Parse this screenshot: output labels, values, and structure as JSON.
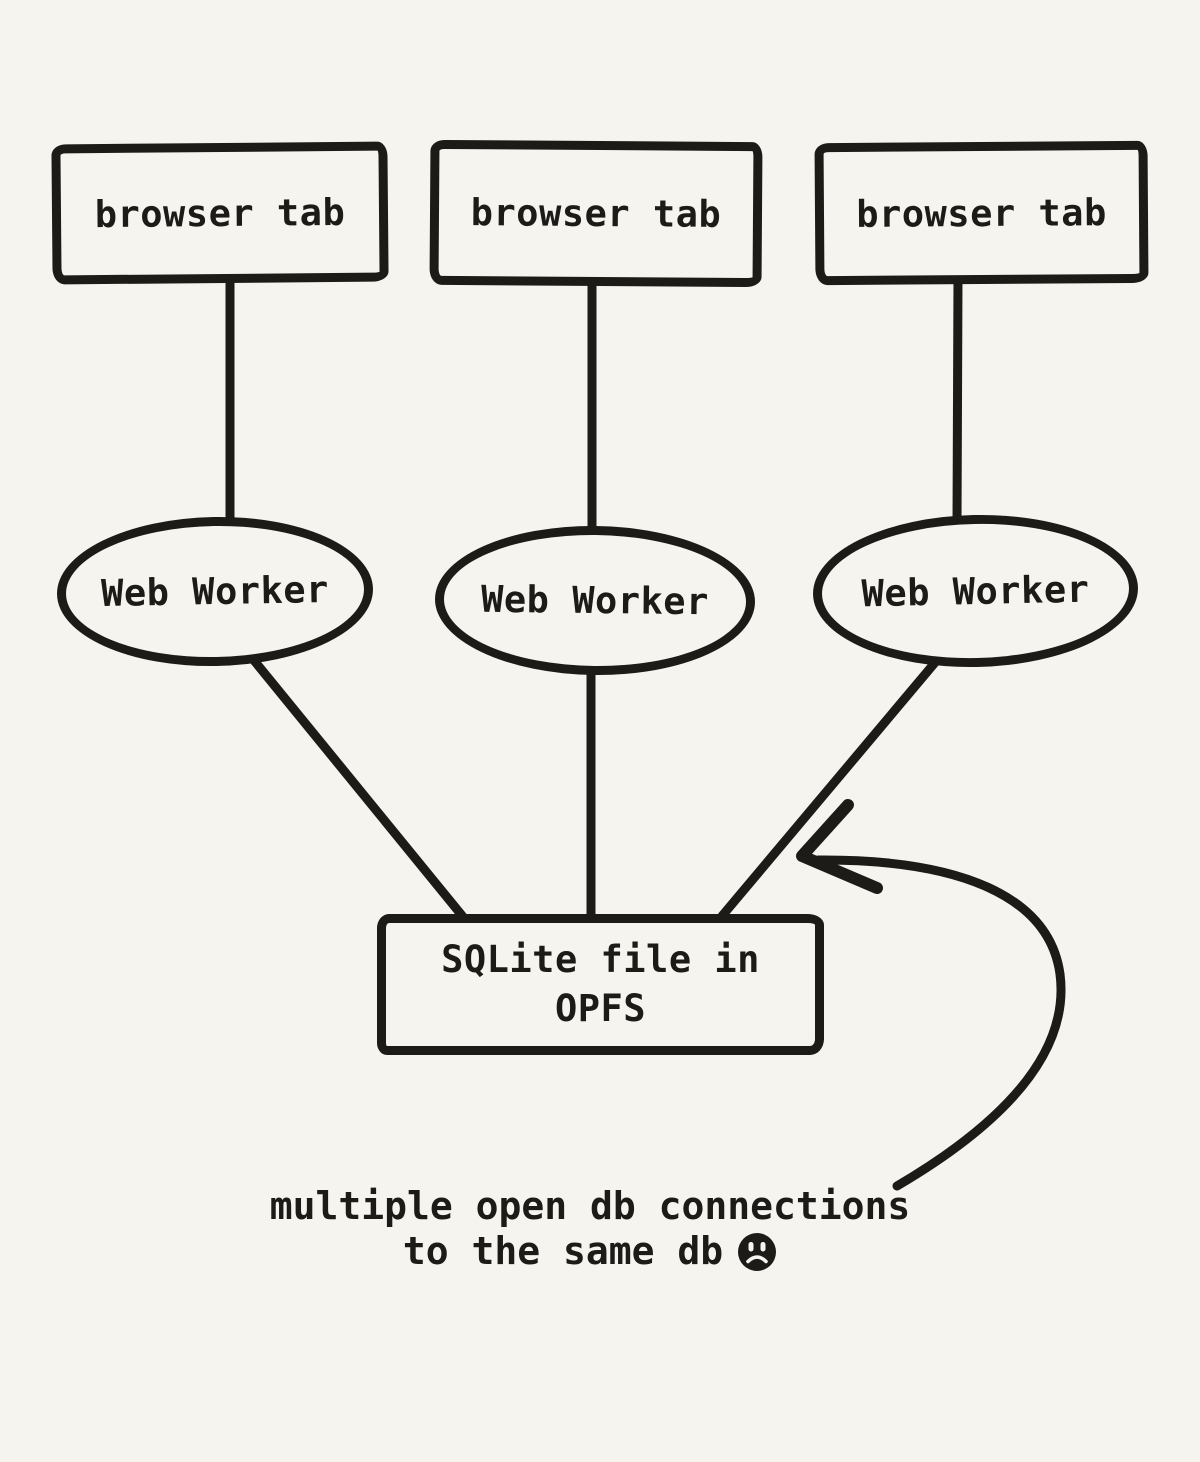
{
  "colors": {
    "background": "#f5f4ef",
    "ink": "#1d1b18"
  },
  "nodes": {
    "browser_tabs": [
      {
        "label": "browser tab"
      },
      {
        "label": "browser tab"
      },
      {
        "label": "browser tab"
      }
    ],
    "web_workers": [
      {
        "label": "Web Worker"
      },
      {
        "label": "Web Worker"
      },
      {
        "label": "Web Worker"
      }
    ],
    "sqlite": {
      "line1": "SQLite file in",
      "line2": "OPFS"
    }
  },
  "edges": [
    {
      "from": "browser-tab-1",
      "to": "web-worker-1"
    },
    {
      "from": "browser-tab-2",
      "to": "web-worker-2"
    },
    {
      "from": "browser-tab-3",
      "to": "web-worker-3"
    },
    {
      "from": "web-worker-1",
      "to": "sqlite-file"
    },
    {
      "from": "web-worker-2",
      "to": "sqlite-file"
    },
    {
      "from": "web-worker-3",
      "to": "sqlite-file"
    }
  ],
  "caption": {
    "line1": "multiple open db connections",
    "line2": "to the same db",
    "emoji": "☹"
  }
}
